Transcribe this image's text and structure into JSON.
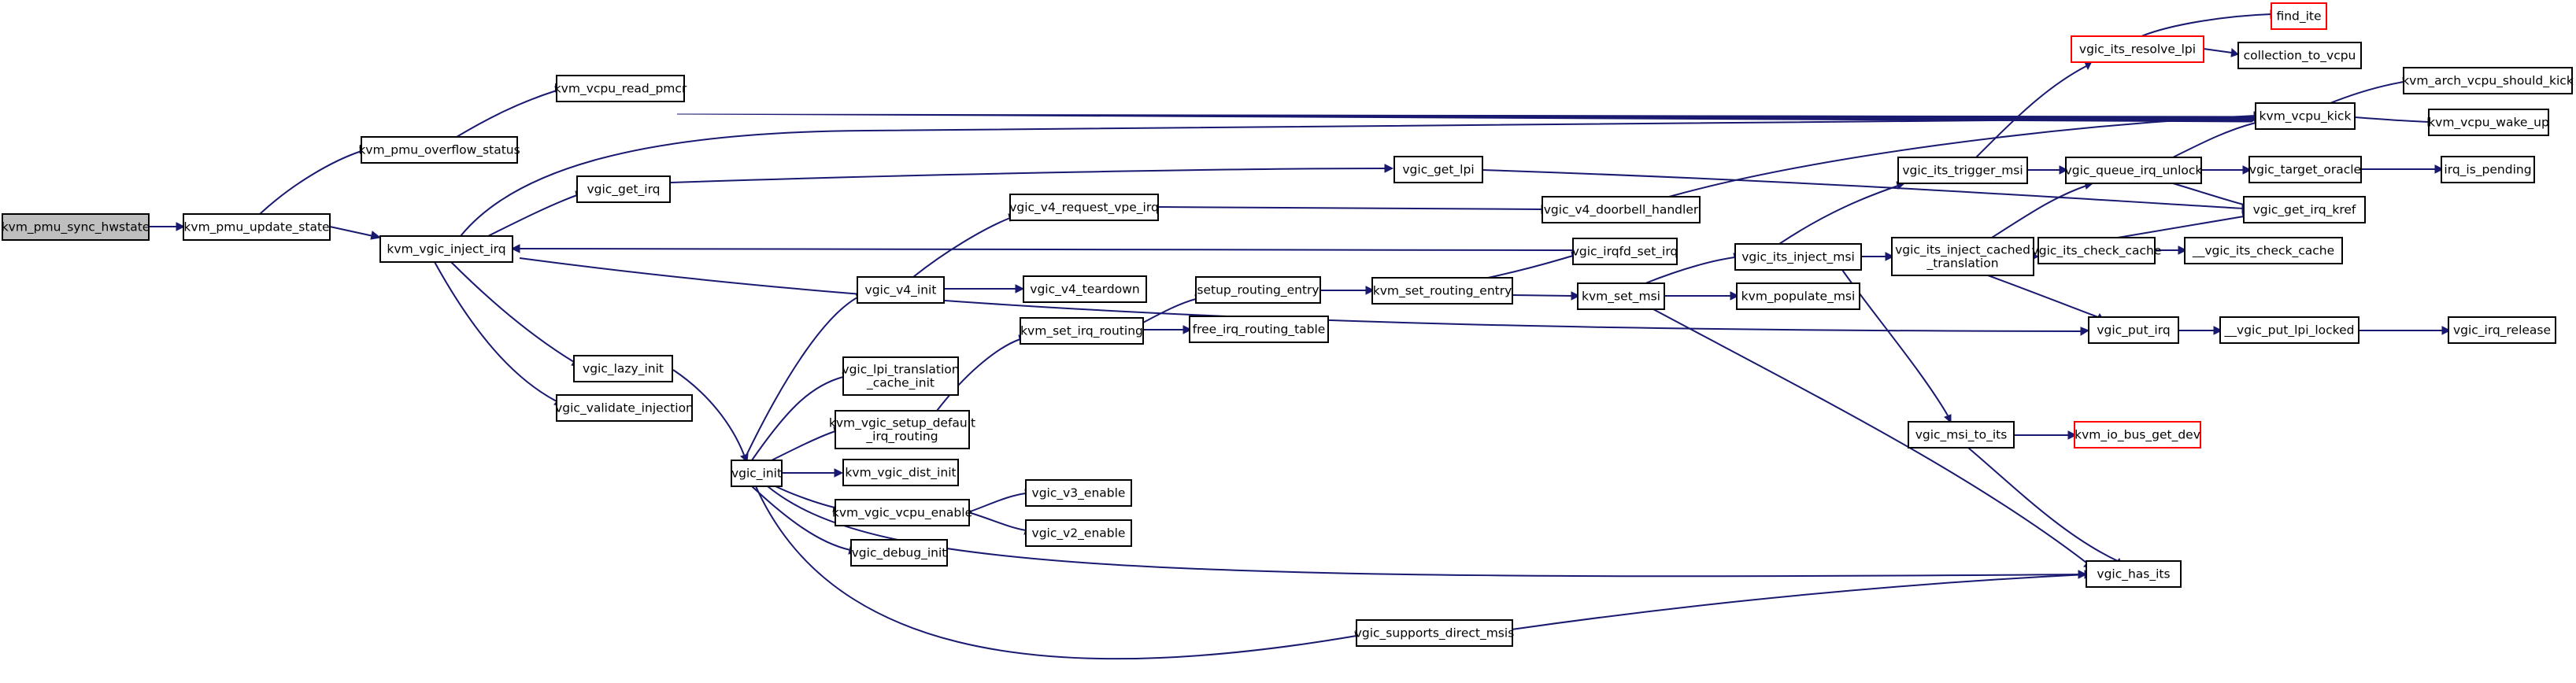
{
  "colors": {
    "edge": "#191970",
    "node_border": "#000000",
    "node_border_truncated": "#ff0000",
    "root_fill": "#bfbfbf",
    "node_fill": "#ffffff"
  },
  "nodes": [
    {
      "id": "n_root",
      "lines": [
        "kvm_pmu_sync_hwstate"
      ],
      "root": true
    },
    {
      "id": "n_pus",
      "lines": [
        "kvm_pmu_update_state"
      ]
    },
    {
      "id": "n_pos",
      "lines": [
        "kvm_pmu_overflow_status"
      ]
    },
    {
      "id": "n_rpmcr",
      "lines": [
        "kvm_vcpu_read_pmcr"
      ]
    },
    {
      "id": "n_inject",
      "lines": [
        "kvm_vgic_inject_irq"
      ]
    },
    {
      "id": "n_getirq",
      "lines": [
        "vgic_get_irq"
      ]
    },
    {
      "id": "n_lazy",
      "lines": [
        "vgic_lazy_init"
      ]
    },
    {
      "id": "n_validate",
      "lines": [
        "vgic_validate_injection"
      ]
    },
    {
      "id": "n_init",
      "lines": [
        "vgic_init"
      ]
    },
    {
      "id": "n_v4init",
      "lines": [
        "vgic_v4_init"
      ]
    },
    {
      "id": "n_lpicache",
      "lines": [
        "vgic_lpi_translation",
        "_cache_init"
      ]
    },
    {
      "id": "n_setupdef",
      "lines": [
        "kvm_vgic_setup_default",
        "_irq_routing"
      ]
    },
    {
      "id": "n_distinit",
      "lines": [
        "kvm_vgic_dist_init"
      ]
    },
    {
      "id": "n_vcpuen",
      "lines": [
        "kvm_vgic_vcpu_enable"
      ]
    },
    {
      "id": "n_debug",
      "lines": [
        "vgic_debug_init"
      ]
    },
    {
      "id": "n_v4req",
      "lines": [
        "vgic_v4_request_vpe_irq"
      ]
    },
    {
      "id": "n_v4tear",
      "lines": [
        "vgic_v4_teardown"
      ]
    },
    {
      "id": "n_setrouting",
      "lines": [
        "kvm_set_irq_routing"
      ]
    },
    {
      "id": "n_v3en",
      "lines": [
        "vgic_v3_enable"
      ]
    },
    {
      "id": "n_v2en",
      "lines": [
        "vgic_v2_enable"
      ]
    },
    {
      "id": "n_setupentry",
      "lines": [
        "setup_routing_entry"
      ]
    },
    {
      "id": "n_freetable",
      "lines": [
        "free_irq_routing_table"
      ]
    },
    {
      "id": "n_supdirect",
      "lines": [
        "vgic_supports_direct_msis"
      ]
    },
    {
      "id": "n_getlpi",
      "lines": [
        "vgic_get_lpi"
      ]
    },
    {
      "id": "n_doorbell",
      "lines": [
        "vgic_v4_doorbell_handler"
      ]
    },
    {
      "id": "n_irqfd",
      "lines": [
        "vgic_irqfd_set_irq"
      ]
    },
    {
      "id": "n_kvmsetentry",
      "lines": [
        "kvm_set_routing_entry"
      ]
    },
    {
      "id": "n_setmsi",
      "lines": [
        "kvm_set_msi"
      ]
    },
    {
      "id": "n_populate",
      "lines": [
        "kvm_populate_msi"
      ]
    },
    {
      "id": "n_itsinject",
      "lines": [
        "vgic_its_inject_msi"
      ]
    },
    {
      "id": "n_itstrigger",
      "lines": [
        "vgic_its_trigger_msi"
      ]
    },
    {
      "id": "n_resolve",
      "lines": [
        "vgic_its_resolve_lpi"
      ],
      "truncated": true
    },
    {
      "id": "n_findite",
      "lines": [
        "find_ite"
      ],
      "truncated": true
    },
    {
      "id": "n_coll",
      "lines": [
        "collection_to_vcpu"
      ]
    },
    {
      "id": "n_injcached",
      "lines": [
        "vgic_its_inject_cached",
        "_translation"
      ]
    },
    {
      "id": "n_msitoits",
      "lines": [
        "vgic_msi_to_its"
      ]
    },
    {
      "id": "n_iobus",
      "lines": [
        "kvm_io_bus_get_dev"
      ],
      "truncated": true
    },
    {
      "id": "n_hasits",
      "lines": [
        "vgic_has_its"
      ]
    },
    {
      "id": "n_queue",
      "lines": [
        "vgic_queue_irq_unlock"
      ]
    },
    {
      "id": "n_checkcache",
      "lines": [
        "vgic_its_check_cache"
      ]
    },
    {
      "id": "n_putirq",
      "lines": [
        "vgic_put_irq"
      ]
    },
    {
      "id": "n_vcpukick",
      "lines": [
        "kvm_vcpu_kick"
      ]
    },
    {
      "id": "n_target",
      "lines": [
        "vgic_target_oracle"
      ]
    },
    {
      "id": "n_getkref",
      "lines": [
        "vgic_get_irq_kref"
      ]
    },
    {
      "id": "n_uucheck",
      "lines": [
        "__vgic_its_check_cache"
      ]
    },
    {
      "id": "n_putlocked",
      "lines": [
        "__vgic_put_lpi_locked"
      ]
    },
    {
      "id": "n_shouldkick",
      "lines": [
        "kvm_arch_vcpu_should_kick"
      ]
    },
    {
      "id": "n_wakeup",
      "lines": [
        "kvm_vcpu_wake_up"
      ]
    },
    {
      "id": "n_pending",
      "lines": [
        "irq_is_pending"
      ]
    },
    {
      "id": "n_release",
      "lines": [
        "vgic_irq_release"
      ]
    }
  ]
}
